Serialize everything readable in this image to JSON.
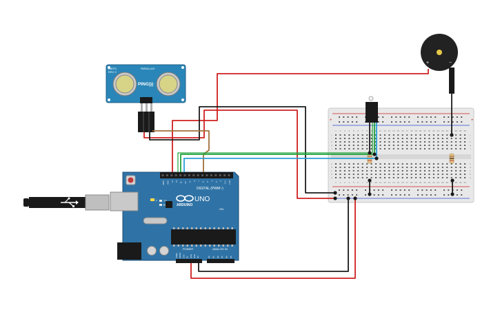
{
  "colors": {
    "board": "#2f6f9f",
    "board_dark": "#1f4f78",
    "sensor": "#2a86b8",
    "breadboard": "#e6e6e6",
    "wire_red": "#d01f1f",
    "wire_black": "#1a1a1a",
    "wire_green": "#1fa23a",
    "wire_blue": "#2a9fd6",
    "wire_brown": "#a0703a",
    "buzzer": "#222222"
  },
  "sensor": {
    "model": "INEFS",
    "rev": "REV C",
    "maker": "PARALLAX",
    "brand": "PING)))"
  },
  "arduino": {
    "logo": "ARDUINO",
    "model": "UNO",
    "digital_label": "DIGITAL (PWM~)",
    "power_label": "POWER",
    "analog_label": "ANALOG IN",
    "tx_label": "TX",
    "rx_label": "RX",
    "l_label": "L",
    "on_label": "ON",
    "digital_pins": [
      "AREF",
      "GND",
      "13",
      "12",
      "~11",
      "~10",
      "~9",
      "8",
      "7",
      "~6",
      "~5",
      "4",
      "~3",
      "2",
      "TX 1",
      "RX 0"
    ],
    "power_pins": [
      "IOREF",
      "RESET",
      "3.3V",
      "5V",
      "GND",
      "GND",
      "Vin"
    ],
    "analog_pins": [
      "A0",
      "A1",
      "A2",
      "A3",
      "A4",
      "A5"
    ]
  },
  "buzzer": {
    "plus": "+",
    "minus": "−"
  },
  "breadboard": {
    "columns": [
      "1",
      "2",
      "3",
      "4",
      "5",
      "6",
      "7",
      "8",
      "9",
      "10",
      "11",
      "12",
      "13",
      "14",
      "15",
      "16",
      "17",
      "18",
      "19",
      "20",
      "21",
      "22",
      "23",
      "24",
      "25",
      "26",
      "27",
      "28",
      "29",
      "30"
    ],
    "rows_top": [
      "j",
      "i",
      "h",
      "g",
      "f"
    ],
    "rows_bottom": [
      "e",
      "d",
      "c",
      "b",
      "a"
    ]
  }
}
